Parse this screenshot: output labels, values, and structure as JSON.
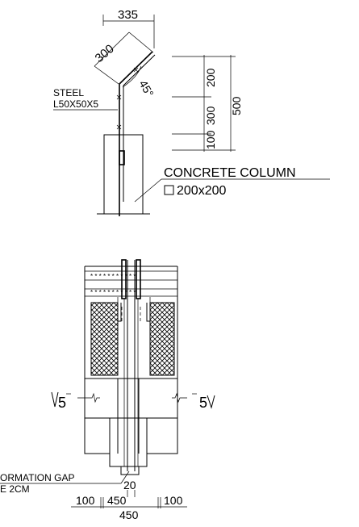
{
  "top_detail": {
    "dim_top": "335",
    "dim_arm": "300",
    "dim_angle": "45°",
    "dim_200": "200",
    "dim_300": "300",
    "dim_100": "100",
    "dim_500": "500",
    "steel_line1": "STEEL",
    "steel_line2": "L50X50X5",
    "column_line1": "CONCRETE COLUMN",
    "column_line2": "200x200"
  },
  "section_detail": {
    "section_left": "5",
    "section_right": "5",
    "gap_line1": "ORMATION GAP",
    "gap_line2": "E 2CM",
    "dim_20": "20",
    "dim_100_left": "100",
    "dim_450_a": "450",
    "dim_100_right": "100",
    "dim_450_b": "450"
  }
}
